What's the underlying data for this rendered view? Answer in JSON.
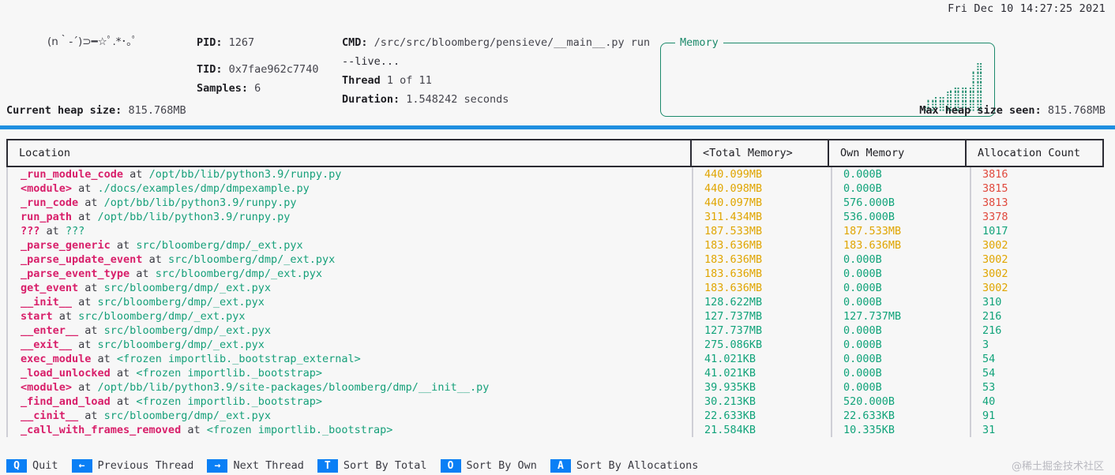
{
  "clock": "Fri Dec 10 14:27:25 2021",
  "header": {
    "emoticon": "(n｀-´)⊃━☆ﾟ.*･｡ﾟ",
    "pid_label": "PID:",
    "pid_value": "1267",
    "tid_label": "TID:",
    "tid_value": "0x7fae962c7740",
    "samples_label": "Samples:",
    "samples_value": "6",
    "cmd_label": "CMD:",
    "cmd_value": "/src/src/bloomberg/pensieve/__main__.py run",
    "cmd_value_cont": "--live...",
    "thread_label": "Thread",
    "thread_value": "1 of 11",
    "duration_label": "Duration:",
    "duration_value": "1.548242 seconds"
  },
  "memory_panel": {
    "title": "Memory",
    "accent_color": "#1c8a6b",
    "plot_rows": [
      "      ⢀⣿",
      "      ⢸⣿",
      "   ⢀⣤⣤⣼⣿",
      "⢀⣠⣤⣿⣿⣿⣿⣿",
      "⣼⣿⣿⣿⣿⣿⣿⣿"
    ]
  },
  "heap": {
    "current_label": "Current heap size:",
    "current_value": "815.768MB",
    "max_label": "Max heap size seen:",
    "max_value": "815.768MB",
    "progress_percent": 100,
    "progress_color": "#1f8fe0"
  },
  "table": {
    "columns": [
      "Location",
      "<Total Memory>",
      "Own Memory",
      "Allocation Count"
    ],
    "rows": [
      {
        "fn": "_run_module_code",
        "at": "at",
        "path": "/opt/bb/lib/python3.9/runpy.py",
        "total": "440.099MB",
        "total_level": "hi",
        "own": "0.000B",
        "own_level": "lo",
        "count": "3816",
        "count_level": "hi"
      },
      {
        "fn": "<module>",
        "at": "at",
        "path": "./docs/examples/dmp/dmpexample.py",
        "total": "440.098MB",
        "total_level": "hi",
        "own": "0.000B",
        "own_level": "lo",
        "count": "3815",
        "count_level": "hi"
      },
      {
        "fn": "_run_code",
        "at": "at",
        "path": "/opt/bb/lib/python3.9/runpy.py",
        "total": "440.097MB",
        "total_level": "hi",
        "own": "576.000B",
        "own_level": "lo",
        "count": "3813",
        "count_level": "hi"
      },
      {
        "fn": "run_path",
        "at": "at",
        "path": "/opt/bb/lib/python3.9/runpy.py",
        "total": "311.434MB",
        "total_level": "hi",
        "own": "536.000B",
        "own_level": "lo",
        "count": "3378",
        "count_level": "hi"
      },
      {
        "fn": "???",
        "at": "at",
        "path": "???",
        "total": "187.533MB",
        "total_level": "hi",
        "own": "187.533MB",
        "own_level": "hi",
        "count": "1017",
        "count_level": "lo"
      },
      {
        "fn": "_parse_generic",
        "at": "at",
        "path": "src/bloomberg/dmp/_ext.pyx",
        "total": "183.636MB",
        "total_level": "hi",
        "own": "183.636MB",
        "own_level": "hi",
        "count": "3002",
        "count_level": "mid"
      },
      {
        "fn": "_parse_update_event",
        "at": "at",
        "path": "src/bloomberg/dmp/_ext.pyx",
        "total": "183.636MB",
        "total_level": "hi",
        "own": "0.000B",
        "own_level": "lo",
        "count": "3002",
        "count_level": "mid"
      },
      {
        "fn": "_parse_event_type",
        "at": "at",
        "path": "src/bloomberg/dmp/_ext.pyx",
        "total": "183.636MB",
        "total_level": "hi",
        "own": "0.000B",
        "own_level": "lo",
        "count": "3002",
        "count_level": "mid"
      },
      {
        "fn": "get_event",
        "at": "at",
        "path": "src/bloomberg/dmp/_ext.pyx",
        "total": "183.636MB",
        "total_level": "hi",
        "own": "0.000B",
        "own_level": "lo",
        "count": "3002",
        "count_level": "mid"
      },
      {
        "fn": "__init__",
        "at": "at",
        "path": "src/bloomberg/dmp/_ext.pyx",
        "total": "128.622MB",
        "total_level": "lo",
        "own": "0.000B",
        "own_level": "lo",
        "count": "310",
        "count_level": "lo"
      },
      {
        "fn": "start",
        "at": "at",
        "path": "src/bloomberg/dmp/_ext.pyx",
        "total": "127.737MB",
        "total_level": "lo",
        "own": "127.737MB",
        "own_level": "lo",
        "count": "216",
        "count_level": "lo"
      },
      {
        "fn": "__enter__",
        "at": "at",
        "path": "src/bloomberg/dmp/_ext.pyx",
        "total": "127.737MB",
        "total_level": "lo",
        "own": "0.000B",
        "own_level": "lo",
        "count": "216",
        "count_level": "lo"
      },
      {
        "fn": "__exit__",
        "at": "at",
        "path": "src/bloomberg/dmp/_ext.pyx",
        "total": "275.086KB",
        "total_level": "lo",
        "own": "0.000B",
        "own_level": "lo",
        "count": "3",
        "count_level": "lo"
      },
      {
        "fn": "exec_module",
        "at": "at",
        "path": "<frozen importlib._bootstrap_external>",
        "total": "41.021KB",
        "total_level": "lo",
        "own": "0.000B",
        "own_level": "lo",
        "count": "54",
        "count_level": "lo"
      },
      {
        "fn": "_load_unlocked",
        "at": "at",
        "path": "<frozen importlib._bootstrap>",
        "total": "41.021KB",
        "total_level": "lo",
        "own": "0.000B",
        "own_level": "lo",
        "count": "54",
        "count_level": "lo"
      },
      {
        "fn": "<module>",
        "at": "at",
        "path": "/opt/bb/lib/python3.9/site-packages/bloomberg/dmp/__init__.py",
        "total": "39.935KB",
        "total_level": "lo",
        "own": "0.000B",
        "own_level": "lo",
        "count": "53",
        "count_level": "lo"
      },
      {
        "fn": "_find_and_load",
        "at": "at",
        "path": "<frozen importlib._bootstrap>",
        "total": "30.213KB",
        "total_level": "lo",
        "own": "520.000B",
        "own_level": "lo",
        "count": "40",
        "count_level": "lo"
      },
      {
        "fn": "__cinit__",
        "at": "at",
        "path": "src/bloomberg/dmp/_ext.pyx",
        "total": "22.633KB",
        "total_level": "lo",
        "own": "22.633KB",
        "own_level": "lo",
        "count": "91",
        "count_level": "lo"
      },
      {
        "fn": "_call_with_frames_removed",
        "at": "at",
        "path": "<frozen importlib._bootstrap>",
        "total": "21.584KB",
        "total_level": "lo",
        "own": "10.335KB",
        "own_level": "lo",
        "count": "31",
        "count_level": "lo"
      }
    ]
  },
  "footer": {
    "key_color": "#0a7ff5",
    "items": [
      {
        "key": "Q",
        "label": "Quit"
      },
      {
        "key": "←",
        "label": "Previous Thread"
      },
      {
        "key": "→",
        "label": "Next Thread"
      },
      {
        "key": "T",
        "label": "Sort By Total"
      },
      {
        "key": "O",
        "label": "Sort By Own"
      },
      {
        "key": "A",
        "label": "Sort By Allocations"
      }
    ],
    "watermark": "@稀土掘金技术社区"
  }
}
